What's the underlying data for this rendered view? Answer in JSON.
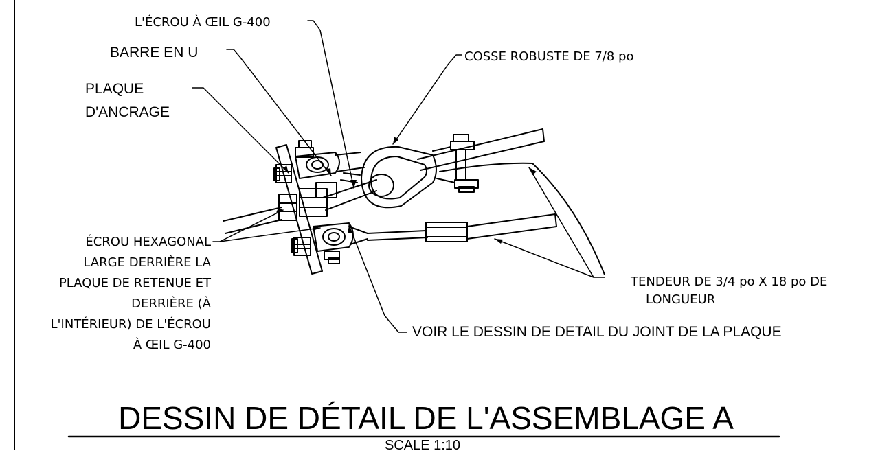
{
  "labels": {
    "eye_nut_top": "L'ÉCROU À ŒIL G-400",
    "u_bar": "BARRE EN U",
    "anchor_plate_line1": "PLAQUE",
    "anchor_plate_line2": "D'ANCRAGE",
    "thimble": "COSSE ROBUSTE DE 7/8 po",
    "hex_nut_lines": [
      "ÉCROU HEXAGONAL",
      "LARGE DERRIÈRE LA",
      "PLAQUE DE RETENUE ET",
      "DERRIÈRE (À",
      "L'INTÉRIEUR) DE L'ÉCROU",
      "À ŒIL G-400"
    ],
    "turnbuckle_line1": "TENDEUR DE 3/4 po X 18 po DE",
    "turnbuckle_line2": "LONGUEUR",
    "see_detail": "VOIR LE DESSIN DE DÉTAIL DU JOINT DE LA PLAQUE"
  },
  "title": "DESSIN DE DÉTAIL DE L'ASSEMBLAGE A",
  "scale": "SCALE 1:10"
}
